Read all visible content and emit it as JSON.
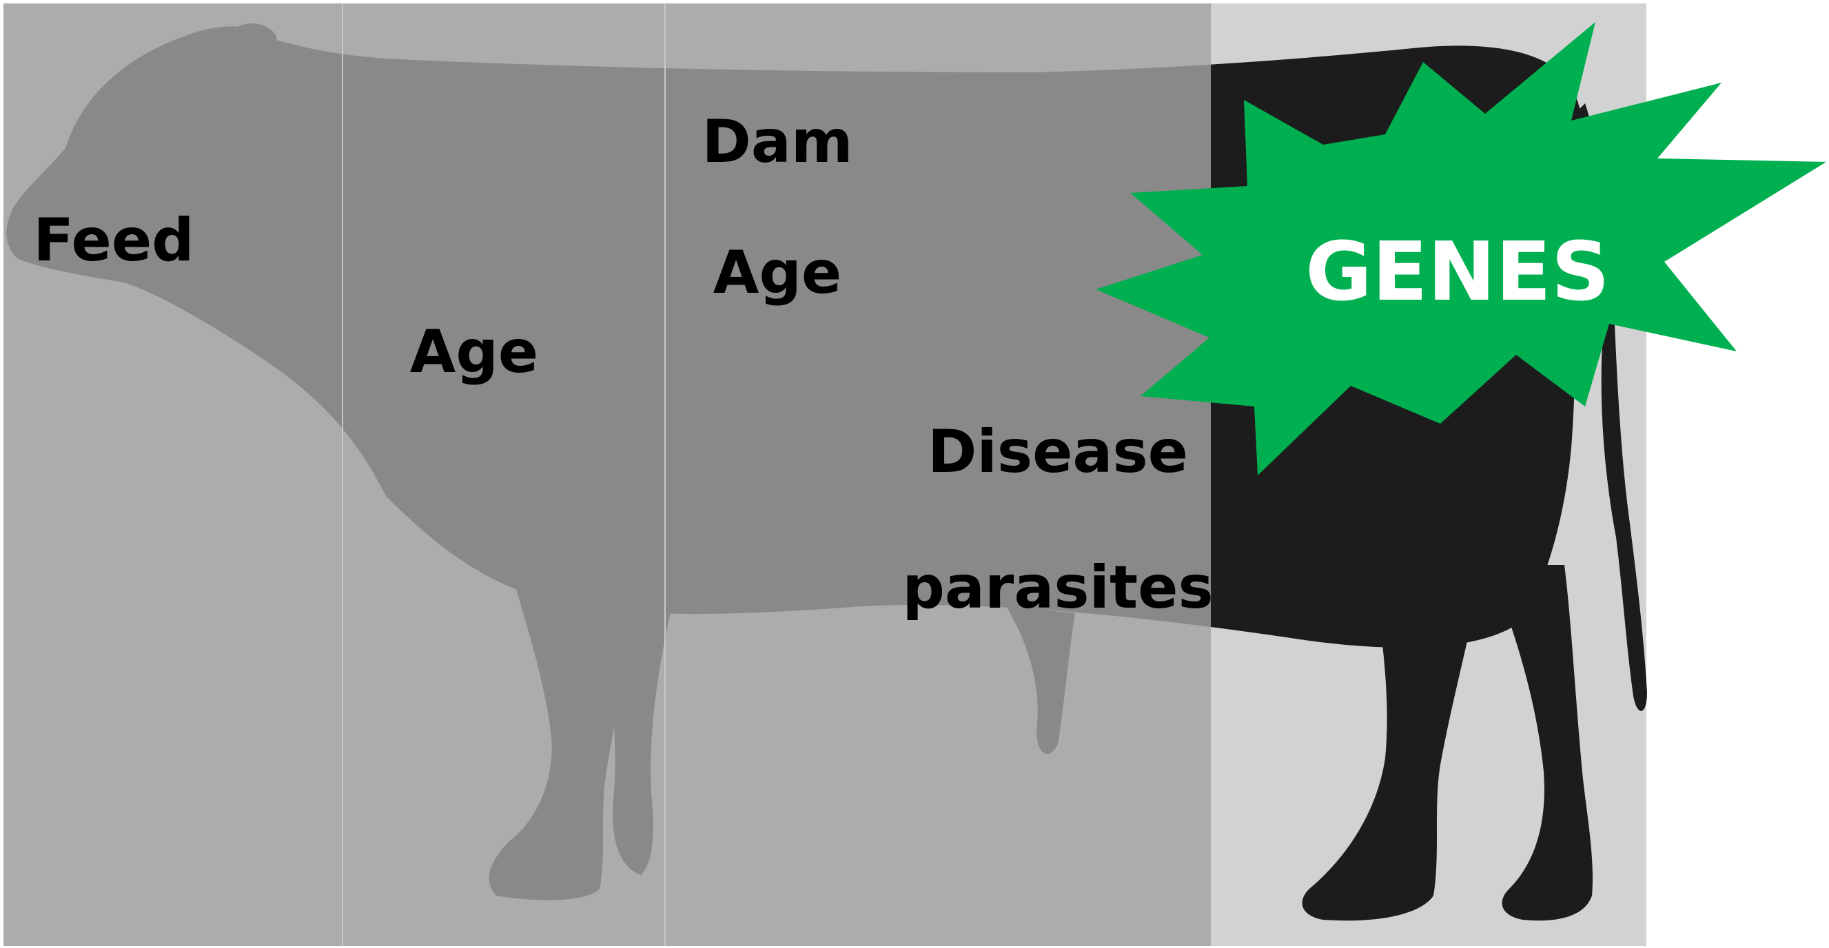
{
  "labels": {
    "feed": "Feed",
    "age": "Age",
    "dam": "Dam",
    "dam_age": "Age",
    "disease": "Disease",
    "parasites": "parasites",
    "genes": "GENES"
  },
  "colors": {
    "background": "#ffffff",
    "panel_gray": "#b9b9b9",
    "panel_right": "#d2d2d2",
    "animal": "#1c1c1c",
    "overlay": "#a8a8a8",
    "starburst": "#00b050",
    "label_dark": "#000000",
    "label_light": "#ffffff"
  }
}
